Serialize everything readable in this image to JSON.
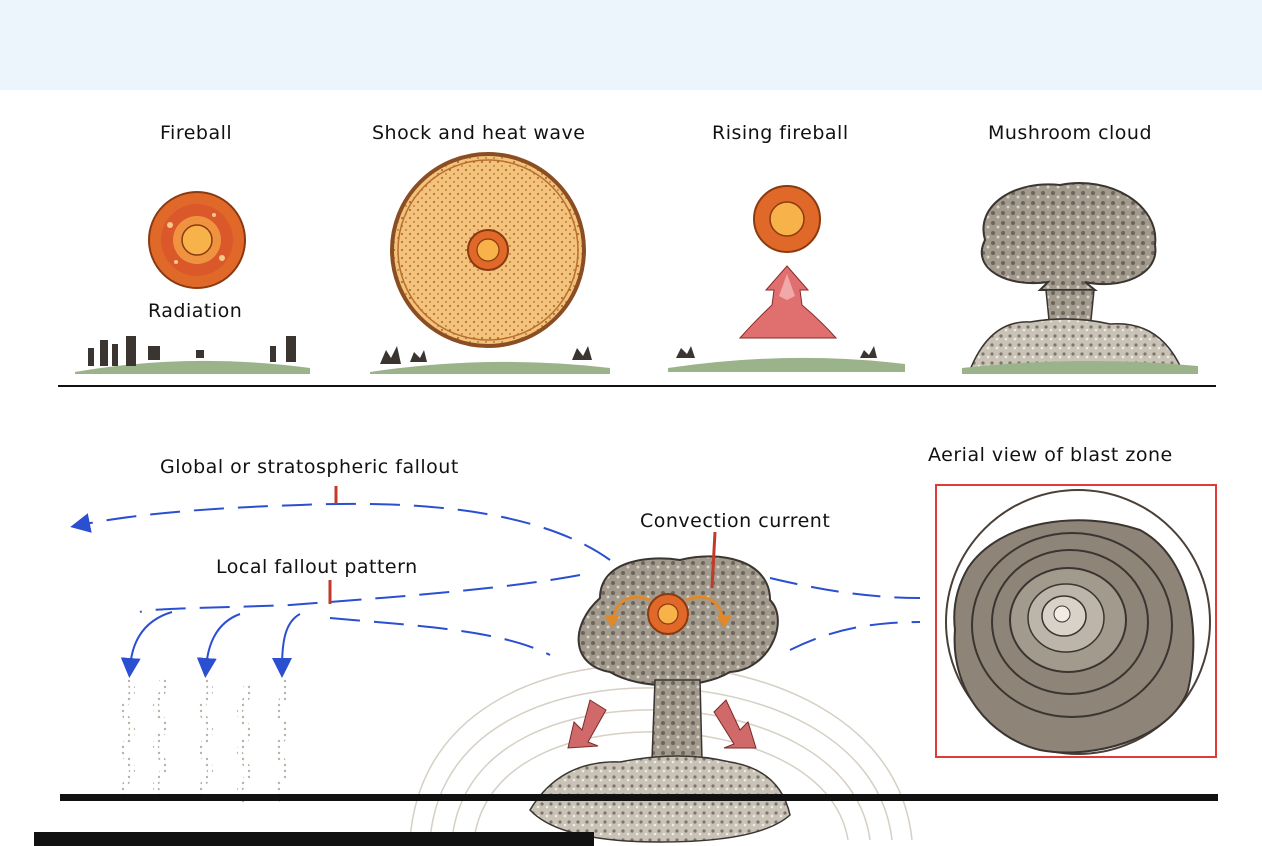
{
  "stages": [
    {
      "title": "Fireball",
      "sublabel": "Radiation"
    },
    {
      "title": "Shock and heat wave"
    },
    {
      "title": "Rising fireball"
    },
    {
      "title": "Mushroom cloud"
    }
  ],
  "fallout": {
    "global_label": "Global or stratospheric fallout",
    "local_label": "Local fallout pattern",
    "convection_label": "Convection current"
  },
  "aerial": {
    "label": "Aerial view of blast zone",
    "frame_color": "#e03a3a"
  },
  "colors": {
    "fireball_outer": "#e0692a",
    "fireball_inner": "#f7b24a",
    "smoke": "#8e8478",
    "ground": "#9bb38a",
    "arrow_blue": "#2b4fd1",
    "rising_plume": "#e07070"
  }
}
